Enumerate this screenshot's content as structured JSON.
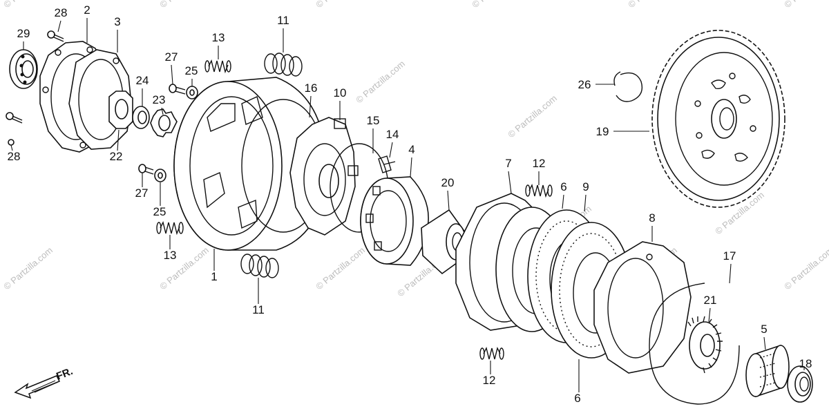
{
  "watermark_text": "© Partzilla.com",
  "direction_label": "FR.",
  "callouts": [
    {
      "id": "c28a",
      "label": "28"
    },
    {
      "id": "c2",
      "label": "2"
    },
    {
      "id": "c3",
      "label": "3"
    },
    {
      "id": "c29",
      "label": "29"
    },
    {
      "id": "c28b",
      "label": "28"
    },
    {
      "id": "c22",
      "label": "22"
    },
    {
      "id": "c24",
      "label": "24"
    },
    {
      "id": "c23",
      "label": "23"
    },
    {
      "id": "c27a",
      "label": "27"
    },
    {
      "id": "c25a",
      "label": "25"
    },
    {
      "id": "c13a",
      "label": "13"
    },
    {
      "id": "c11a",
      "label": "11"
    },
    {
      "id": "c16",
      "label": "16"
    },
    {
      "id": "c10",
      "label": "10"
    },
    {
      "id": "c15",
      "label": "15"
    },
    {
      "id": "c14",
      "label": "14"
    },
    {
      "id": "c4",
      "label": "4"
    },
    {
      "id": "c27b",
      "label": "27"
    },
    {
      "id": "c25b",
      "label": "25"
    },
    {
      "id": "c13b",
      "label": "13"
    },
    {
      "id": "c1",
      "label": "1"
    },
    {
      "id": "c11b",
      "label": "11"
    },
    {
      "id": "c20",
      "label": "20"
    },
    {
      "id": "c7",
      "label": "7"
    },
    {
      "id": "c12a",
      "label": "12"
    },
    {
      "id": "c6a",
      "label": "6"
    },
    {
      "id": "c9",
      "label": "9"
    },
    {
      "id": "c8",
      "label": "8"
    },
    {
      "id": "c17",
      "label": "17"
    },
    {
      "id": "c21",
      "label": "21"
    },
    {
      "id": "c5",
      "label": "5"
    },
    {
      "id": "c18",
      "label": "18"
    },
    {
      "id": "c12b",
      "label": "12"
    },
    {
      "id": "c6b",
      "label": "6"
    },
    {
      "id": "c26",
      "label": "26"
    },
    {
      "id": "c19",
      "label": "19"
    }
  ]
}
